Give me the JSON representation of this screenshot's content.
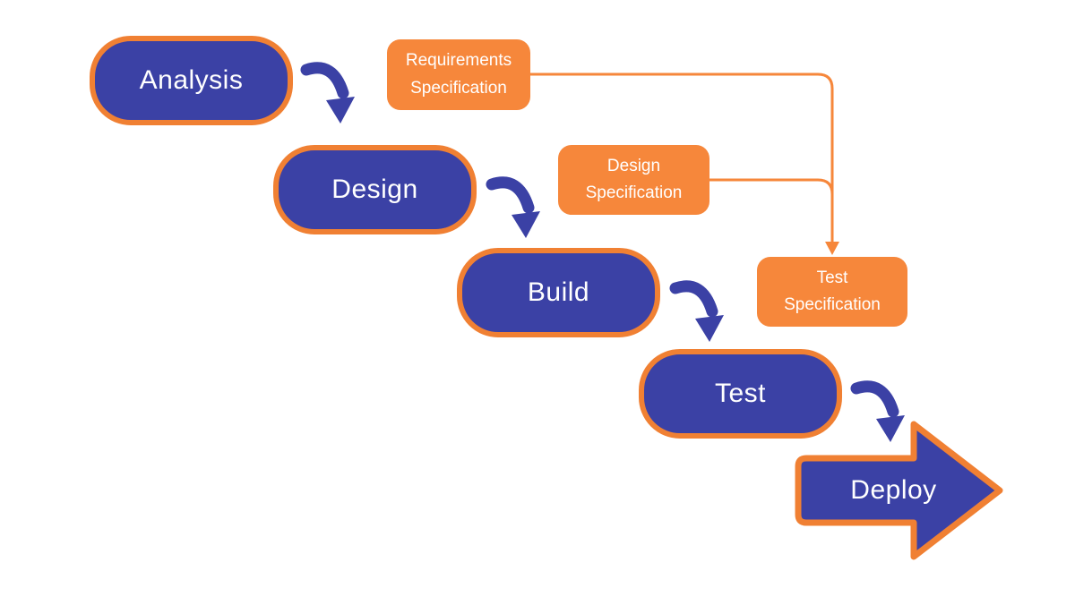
{
  "diagram": {
    "type": "waterfall-sdlc-flow",
    "stages": [
      {
        "label": "Analysis"
      },
      {
        "label": "Design"
      },
      {
        "label": "Build"
      },
      {
        "label": "Test"
      },
      {
        "label": "Deploy"
      }
    ],
    "specs": [
      {
        "label": "Requirements Specification",
        "line1": "Requirements",
        "line2": "Specification"
      },
      {
        "label": "Design Specification",
        "line1": "Design",
        "line2": "Specification"
      },
      {
        "label": "Test Specification",
        "line1": "Test",
        "line2": "Specification"
      }
    ],
    "connections": [
      {
        "from": "Analysis",
        "to": "Design"
      },
      {
        "from": "Design",
        "to": "Build"
      },
      {
        "from": "Build",
        "to": "Test"
      },
      {
        "from": "Test",
        "to": "Deploy"
      },
      {
        "from": "Requirements Specification",
        "to": "Test Specification"
      },
      {
        "from": "Design Specification",
        "to": "Test Specification"
      }
    ],
    "colors": {
      "stage_fill": "#3b41a5",
      "stage_border": "#f08033",
      "spec_fill": "#f6873b",
      "connector_line": "#f6873b",
      "curved_arrow": "#3b41a5",
      "text": "#ffffff",
      "background": "#ffffff"
    }
  }
}
